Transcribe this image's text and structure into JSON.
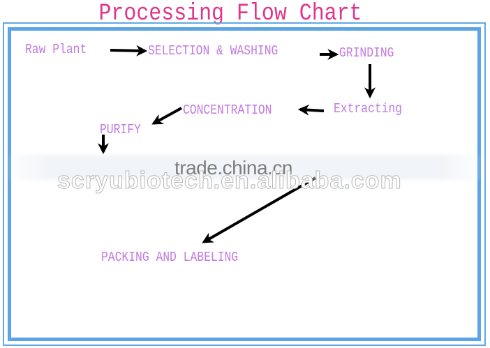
{
  "title": "Processing Flow Chart",
  "colors": {
    "title": "#e0358a",
    "node_text": "#c27ae0",
    "frame": "#5ca4e4",
    "arrow": "#000000"
  },
  "nodes": [
    {
      "id": "raw-plant",
      "label": "Raw Plant"
    },
    {
      "id": "selection-washing",
      "label": "SELECTION & WASHING"
    },
    {
      "id": "grinding",
      "label": "GRINDING"
    },
    {
      "id": "extracting",
      "label": "Extracting"
    },
    {
      "id": "concentration",
      "label": "CONCENTRATION"
    },
    {
      "id": "purify",
      "label": "PURIFY"
    },
    {
      "id": "packing-labeling",
      "label": "PACKING AND LABELING"
    }
  ],
  "edges": [
    {
      "from": "Raw Plant",
      "to": "SELECTION & WASHING"
    },
    {
      "from": "SELECTION & WASHING",
      "to": "GRINDING"
    },
    {
      "from": "GRINDING",
      "to": "Extracting"
    },
    {
      "from": "Extracting",
      "to": "CONCENTRATION"
    },
    {
      "from": "CONCENTRATION",
      "to": "PURIFY"
    },
    {
      "from": "PURIFY",
      "to": "(obscured step)"
    },
    {
      "from": "(obscured step)",
      "to": "PACKING AND LABELING"
    }
  ],
  "watermark": {
    "line1": "trade.china.cn",
    "line2": "scryubiotech.en.alibaba.com"
  }
}
